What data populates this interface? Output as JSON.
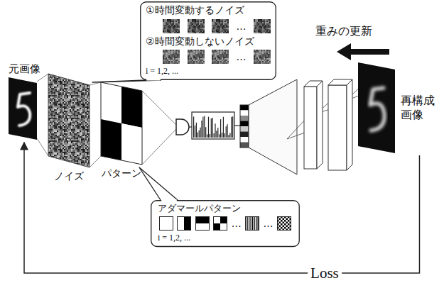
{
  "diagram": {
    "nodes": [
      {
        "text": [
          "①時間変動するノイズ",
          "②時間変動しないノイズ",
          "i = 1,2, ..."
        ]
      },
      {
        "text": [
          "元画像"
        ]
      },
      {
        "text": [
          "ノイズ"
        ]
      },
      {
        "text": [
          "パターン"
        ]
      },
      {
        "text": [
          "アダマールパターン",
          "i = 1,2, ..."
        ]
      },
      {
        "text": [
          "再構成 画像"
        ]
      }
    ],
    "edges": [
      {
        "from": 5,
        "to": 1,
        "arrow": "to",
        "label": "Loss"
      }
    ],
    "labels": [
      "…",
      "…",
      "重みの更新",
      "…",
      "…"
    ]
  }
}
